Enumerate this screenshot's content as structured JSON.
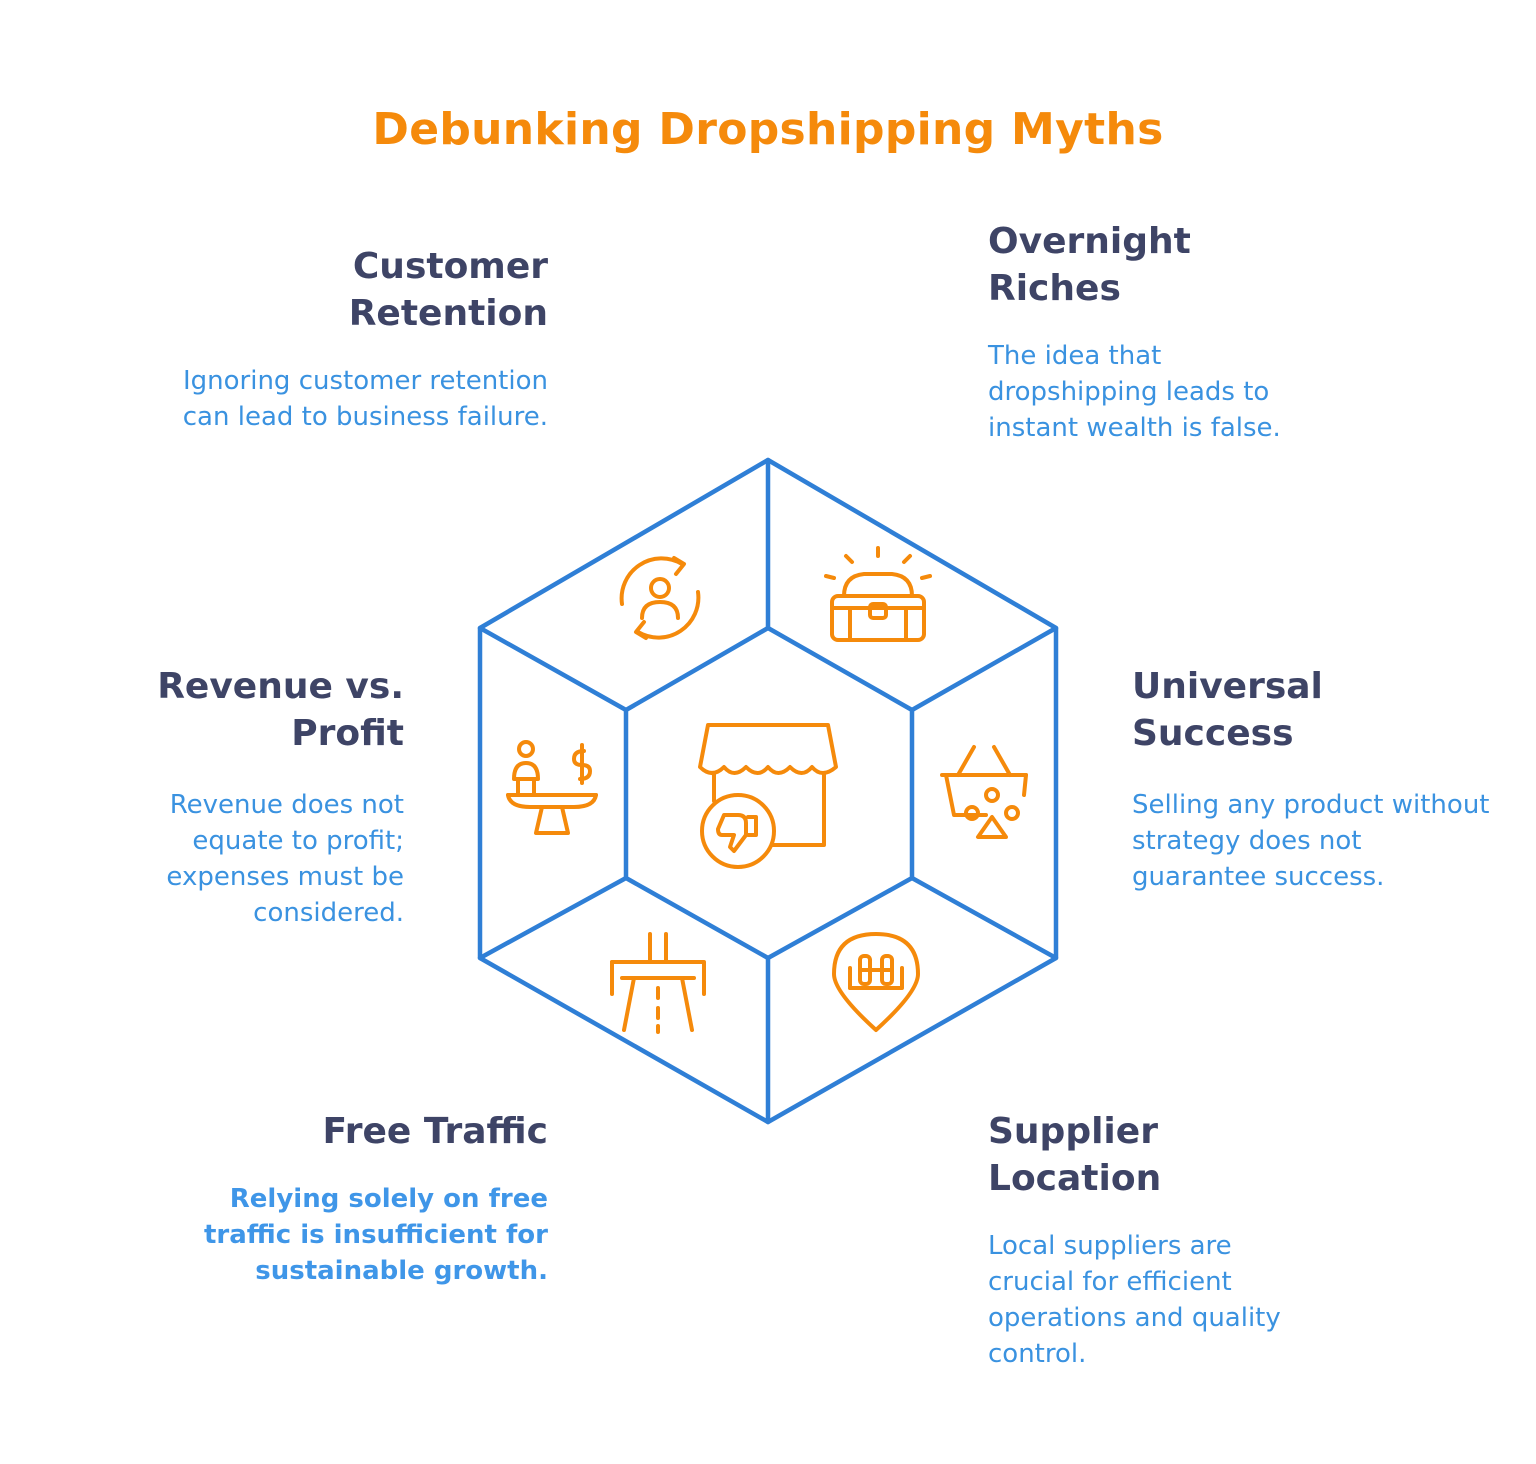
{
  "title": "Debunking Dropshipping Myths",
  "colors": {
    "accent": "#f58a0b",
    "outline": "#2f7fd6",
    "heading": "#3e4466",
    "body": "#3a92e0"
  },
  "myths": {
    "customer_retention": {
      "heading_line1": "Customer",
      "heading_line2": "Retention",
      "description": "Ignoring customer retention can lead to business failure.",
      "icon": "customer-cycle-icon"
    },
    "overnight_riches": {
      "heading_line1": "Overnight",
      "heading_line2": "Riches",
      "description": "The idea that dropshipping leads to instant wealth is false.",
      "icon": "treasure-chest-icon"
    },
    "revenue_vs_profit": {
      "heading_line1": "Revenue vs.",
      "heading_line2": "Profit",
      "description": "Revenue does not equate to profit; expenses must be considered.",
      "icon": "balance-scale-icon"
    },
    "universal_success": {
      "heading_line1": "Universal",
      "heading_line2": "Success",
      "description": "Selling any product without strategy does not guarantee success.",
      "icon": "basket-shapes-icon"
    },
    "free_traffic": {
      "heading_line1": "Free Traffic",
      "description": "Relying solely on free traffic is insufficient for sustainable growth.",
      "icon": "highway-icon"
    },
    "supplier_location": {
      "heading_line1": "Supplier",
      "heading_line2": "Location",
      "description": "Local suppliers are crucial for efficient operations and quality control.",
      "icon": "location-pin-warehouse-icon"
    },
    "center": {
      "icon": "store-thumbs-down-icon"
    }
  }
}
